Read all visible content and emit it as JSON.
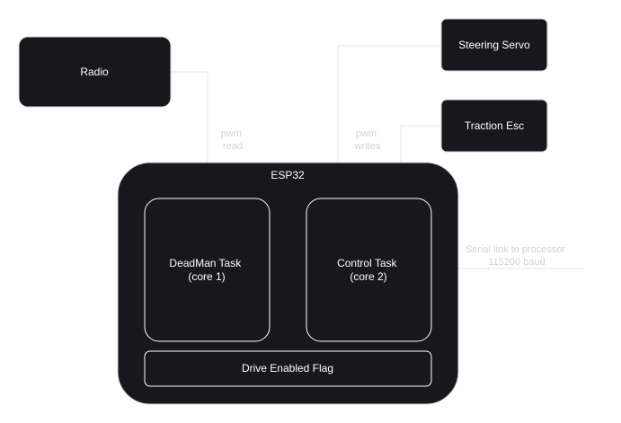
{
  "diagram": {
    "nodes": {
      "radio": "Radio",
      "steering_servo": "Steering Servo",
      "traction_esc": "Traction Esc",
      "esp32": "ESP32",
      "deadman_task": {
        "line1": "DeadMan Task",
        "line2": "(core 1)"
      },
      "control_task": {
        "line1": "Control Task",
        "line2": "(core 2)"
      },
      "drive_enabled_flag": "Drive Enabled Flag"
    },
    "edges": {
      "pwm_read": {
        "line1": "pwm",
        "line2": "read"
      },
      "pwm_writes": {
        "line1": "pwm",
        "line2": "writes"
      },
      "serial_link": {
        "line1": "Serial link to processor",
        "line2": "115200 baud"
      }
    },
    "colors": {
      "node_fill": "#18171c",
      "edge": "#e6e6e6",
      "edge_label": "#d2d2d2",
      "text": "#ffffff"
    }
  }
}
